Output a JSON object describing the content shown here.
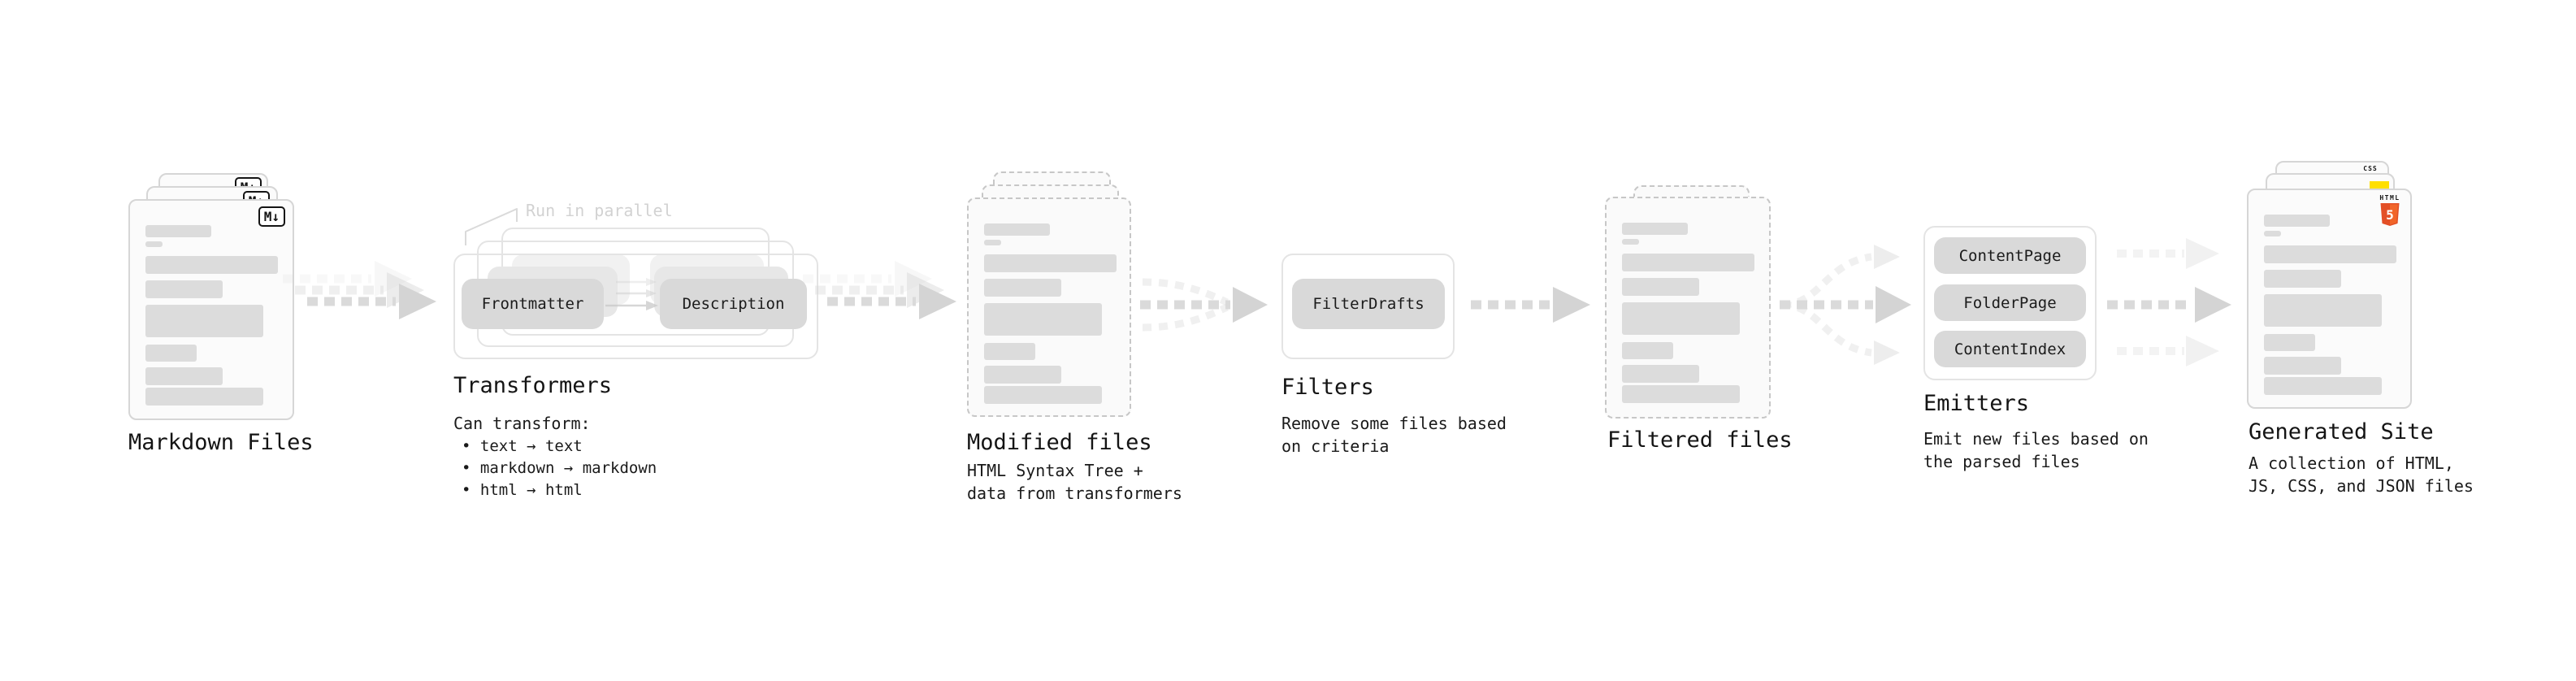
{
  "stages": {
    "markdown_files": {
      "label": "Markdown Files",
      "badge": "M↓"
    },
    "transformers": {
      "label": "Transformers",
      "note": "Run in parallel",
      "input_pill": "Frontmatter",
      "output_pill": "Description",
      "caption_title": "Can transform:",
      "bullets": [
        "text → text",
        "markdown → markdown",
        "html → html"
      ]
    },
    "modified_files": {
      "label": "Modified files",
      "caption": "HTML Syntax Tree +\ndata from transformers"
    },
    "filters": {
      "label": "Filters",
      "pill": "FilterDrafts",
      "caption": "Remove some files based\non criteria"
    },
    "filtered_files": {
      "label": "Filtered files"
    },
    "emitters": {
      "label": "Emitters",
      "pills": [
        "ContentPage",
        "FolderPage",
        "ContentIndex"
      ],
      "caption": "Emit new files based on\nthe parsed files"
    },
    "generated_site": {
      "label": "Generated Site",
      "caption": "A collection of HTML,\nJS, CSS, and JSON files",
      "file_badges": {
        "css_label": "CSS",
        "html_label": "HTML",
        "html_number": "5"
      }
    }
  },
  "colors": {
    "css_blue": "#2b63f0",
    "js_yellow": "#ffdf00",
    "html_orange": "#e34f26",
    "html_orange_light": "#f16529",
    "line_gray": "#dadada",
    "arrow_head_gray": "#d4d4d4",
    "skeleton_gray": "#dcdcdc",
    "text": "#141414"
  }
}
